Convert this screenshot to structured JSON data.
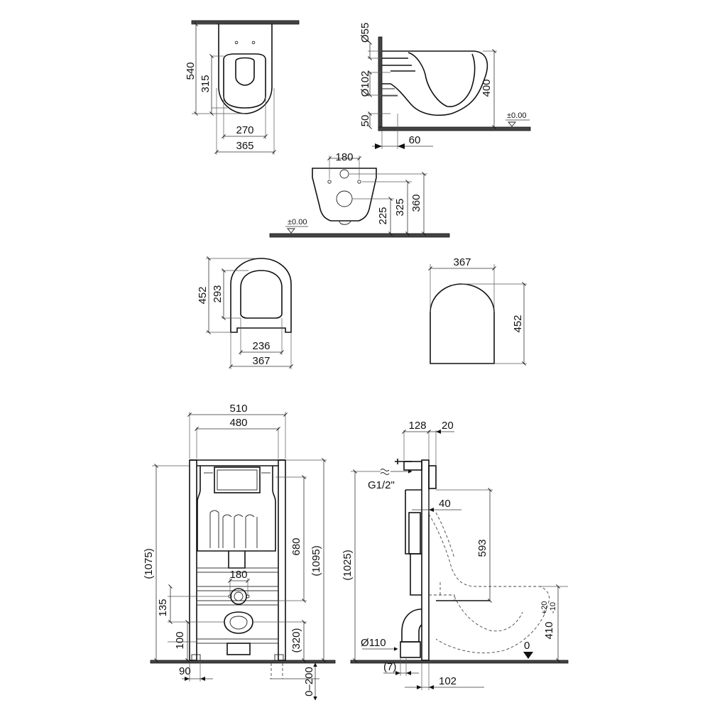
{
  "top_view": {
    "dims": [
      "540",
      "315",
      "270",
      "365"
    ]
  },
  "side_view": {
    "dims": [
      "Ø55",
      "Ø102",
      "50",
      "400",
      "60"
    ],
    "level": "±0.00"
  },
  "rear_view": {
    "dims": [
      "180",
      "225",
      "325",
      "360"
    ],
    "level": "±0.00"
  },
  "seat_top": {
    "dims": [
      "452",
      "293",
      "236",
      "367"
    ]
  },
  "seat_cover": {
    "dims": [
      "367",
      "452"
    ]
  },
  "frame_front": {
    "dims": [
      "510",
      "480",
      "(1075)",
      "680",
      "(1095)",
      "180",
      "135",
      "100",
      "(320)",
      "90",
      "0–200"
    ]
  },
  "frame_side": {
    "dims": [
      "128",
      "20",
      "G1/2\"",
      "40",
      "(1025)",
      "593",
      "Ø110",
      "(7)",
      "102",
      "410"
    ],
    "tolerance": {
      "upper": "+20",
      "lower": "-10"
    },
    "zero": "0"
  }
}
